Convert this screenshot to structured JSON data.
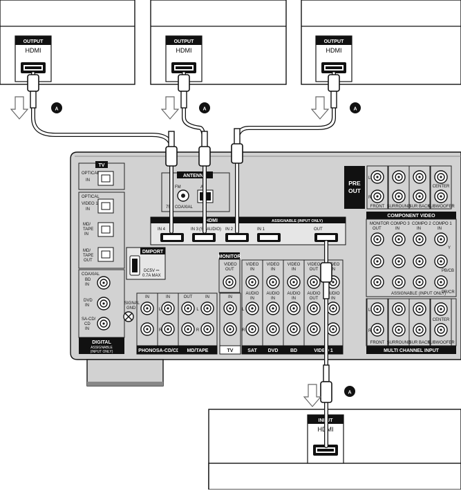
{
  "source_devices": [
    {
      "tag": "OUTPUT",
      "port": "HDMI"
    },
    {
      "tag": "OUTPUT",
      "port": "HDMI"
    },
    {
      "tag": "OUTPUT",
      "port": "HDMI"
    }
  ],
  "sink_device": {
    "tag": "INPUT",
    "port": "HDMI"
  },
  "cable_marker": "A",
  "receiver": {
    "tv_section": {
      "title": "TV",
      "optical_in": "OPTICAL",
      "in": "IN"
    },
    "optical": {
      "title": "OPTICAL",
      "video1_in": [
        "VIDEO 1",
        "IN"
      ],
      "md_tape_in": [
        "MD/",
        "TAPE",
        "IN"
      ],
      "md_tape_out": [
        "MD/",
        "TAPE",
        "OUT"
      ]
    },
    "coaxial": {
      "title": "COAXIAL",
      "bd_in": [
        "BD",
        "IN"
      ],
      "dvd_in": [
        "DVD",
        "IN"
      ],
      "sacd_in": [
        "SA-CD/",
        "CD",
        "IN"
      ]
    },
    "digital": {
      "title": "DIGITAL",
      "sub1": "ASSIGNABLE",
      "sub2": "(INPUT ONLY)"
    },
    "antenna": {
      "title": "ANTENNA",
      "fm": "FM",
      "am": "AM",
      "coax": "75Ω COAXIAL"
    },
    "hdmi": {
      "title": "HDMI",
      "assign": "ASSIGNABLE  (INPUT ONLY)",
      "ports": [
        "IN 4",
        "IN 3",
        "IN 2",
        "IN 1",
        "OUT"
      ],
      "sa_audio": "(SA AUDIO)"
    },
    "dmport": {
      "title": "DMPORT",
      "rating1": "DC5V ⎓",
      "rating2": "0.7A MAX"
    },
    "signal_gnd": [
      "SIGNAL",
      "GND"
    ],
    "monitor": {
      "title": "MONITOR",
      "video": [
        "VIDEO",
        "OUT"
      ]
    },
    "video_in": [
      "VIDEO",
      "IN"
    ],
    "audio_in": [
      "AUDIO",
      "IN"
    ],
    "video_out": [
      "VIDEO",
      "OUT"
    ],
    "audio_out": [
      "AUDIO",
      "OUT"
    ],
    "in": "IN",
    "out": "OUT",
    "l": "L",
    "r": "R",
    "bottom_labels": [
      "PHONO",
      "SA-CD/CD",
      "MD/TAPE",
      "TV",
      "SAT",
      "DVD",
      "BD",
      "VIDEO 1"
    ],
    "pre_out": {
      "title": [
        "PRE",
        "OUT"
      ],
      "labels": [
        "FRONT",
        "SURROUND",
        "SUR BACK",
        "SUBWOOFER"
      ],
      "center": "CENTER",
      "l": "L",
      "r": "R"
    },
    "component": {
      "title": "COMPONENT VIDEO",
      "cols": [
        [
          "MONITOR",
          "OUT"
        ],
        [
          "COMPO 3",
          "IN"
        ],
        [
          "COMPO 2",
          "IN"
        ],
        [
          "COMPO 1",
          "IN"
        ]
      ],
      "y": "Y",
      "pb": "PB/CB",
      "pr": "PR/CR",
      "assign": "ASSIGNABLE (INPUT ONLY)"
    },
    "multi": {
      "title": "MULTI CHANNEL INPUT",
      "labels": [
        "FRONT",
        "SURROUND",
        "SUR BACK",
        "SUBWOOFER"
      ],
      "center": "CENTER",
      "l": "L",
      "r": "R"
    }
  }
}
